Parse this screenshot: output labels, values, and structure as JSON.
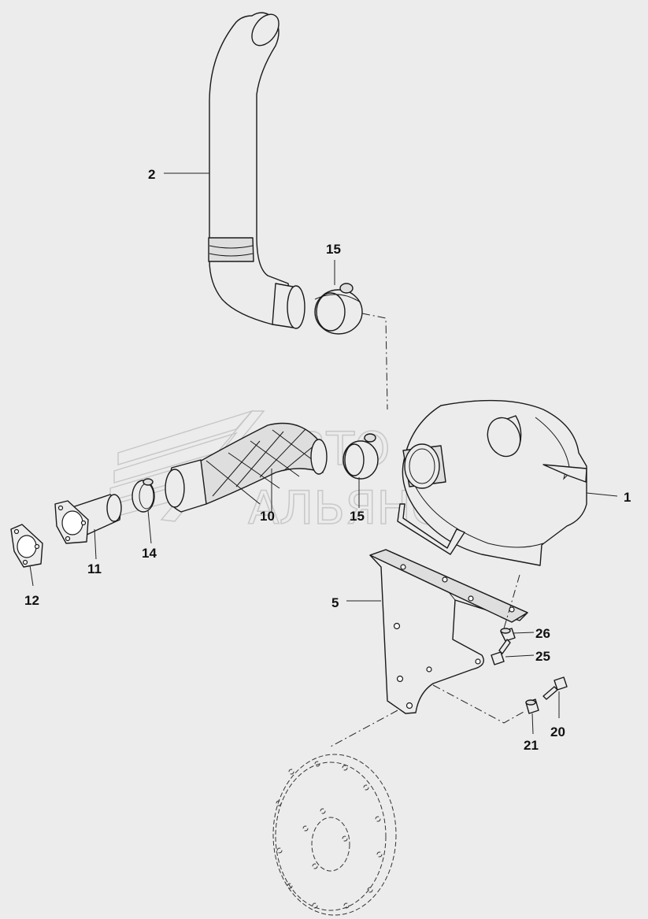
{
  "diagram": {
    "watermark": {
      "line1": "АВТО",
      "line2": "АЛЬЯНС"
    },
    "callouts": [
      {
        "id": "p1",
        "label": "1"
      },
      {
        "id": "p2",
        "label": "2"
      },
      {
        "id": "p5",
        "label": "5"
      },
      {
        "id": "p10",
        "label": "10"
      },
      {
        "id": "p11",
        "label": "11"
      },
      {
        "id": "p12",
        "label": "12"
      },
      {
        "id": "p14",
        "label": "14"
      },
      {
        "id": "p15a",
        "label": "15"
      },
      {
        "id": "p15b",
        "label": "15"
      },
      {
        "id": "p20",
        "label": "20"
      },
      {
        "id": "p21",
        "label": "21"
      },
      {
        "id": "p25",
        "label": "25"
      },
      {
        "id": "p26",
        "label": "26"
      }
    ]
  }
}
